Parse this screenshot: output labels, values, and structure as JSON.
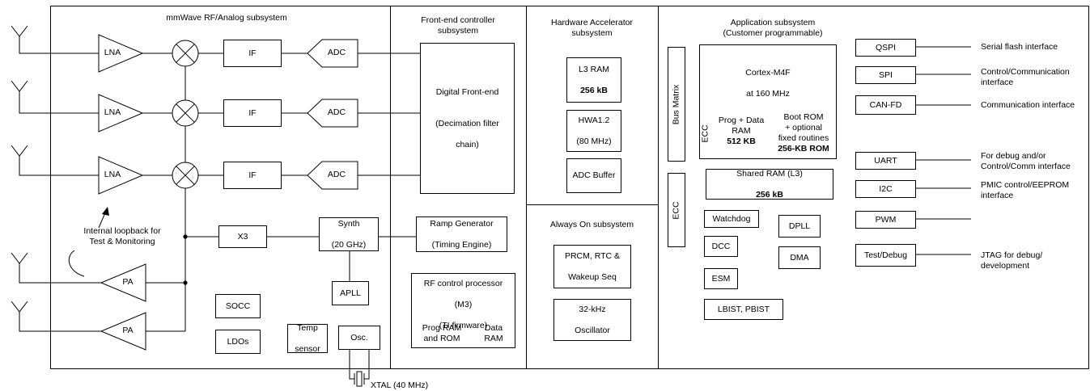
{
  "subsystems": {
    "rf": "mmWave RF/Analog subsystem",
    "fec": [
      "Front-end controller",
      "subsystem"
    ],
    "hwa": [
      "Hardware Accelerator",
      "subsystem"
    ],
    "aon": "Always On subsystem",
    "app": [
      "Application subsystem",
      "(Customer programmable)"
    ]
  },
  "rf": {
    "lna": "LNA",
    "if": "IF",
    "adc": "ADC",
    "pa": "PA",
    "x3": "X3",
    "synth": [
      "Synth",
      "(20 GHz)"
    ],
    "apll": "APLL",
    "socc": "SOCC",
    "ldos": "LDOs",
    "temp": [
      "Temp",
      "sensor"
    ],
    "osc": "Osc.",
    "loopback": [
      "Internal loopback for",
      "Test & Monitoring"
    ],
    "xtal": "XTAL (40 MHz)"
  },
  "fec": {
    "dfe": [
      "Digital Front-end",
      "(Decimation filter",
      "chain)"
    ],
    "ramp": [
      "Ramp Generator",
      "(Timing Engine)"
    ],
    "rfcp": [
      "RF control processor",
      "(M3)",
      "(TI firmware)"
    ],
    "program": [
      "Prog RAM",
      "and ROM"
    ],
    "dataram": [
      "Data",
      "RAM"
    ]
  },
  "hwa": {
    "l3": "L3 RAM",
    "l3size": "256 kB",
    "hwa12": [
      "HWA1.2",
      "(80 MHz)"
    ],
    "adcbuf": "ADC Buffer"
  },
  "aon": {
    "prcm": [
      "PRCM, RTC &",
      "Wakeup Seq"
    ],
    "osc32": [
      "32-kHz",
      "Oscillator"
    ]
  },
  "app": {
    "busmatrix": "Bus Matrix",
    "ecc": "ECC",
    "cortex": [
      "Cortex-M4F",
      "at 160 MHz"
    ],
    "progdata": [
      "Prog + Data",
      "RAM"
    ],
    "progdatasize": "512 KB",
    "bootrom": [
      "Boot ROM",
      "+ optional",
      "fixed routines"
    ],
    "bootromsize": "256-KB ROM",
    "sharedram": "Shared RAM (L3)",
    "sharedsize": "256 kB",
    "watchdog": "Watchdog",
    "dpll": "DPLL",
    "dcc": "DCC",
    "dma": "DMA",
    "esm": "ESM",
    "lbist": "LBIST, PBIST"
  },
  "periph": {
    "qspi": "QSPI",
    "spi": "SPI",
    "canfd": "CAN-FD",
    "uart": "UART",
    "i2c": "I2C",
    "pwm": "PWM",
    "testdebug": "Test/Debug"
  },
  "external": {
    "qspi": "Serial flash interface",
    "spi": [
      "Control/Communication",
      "interface"
    ],
    "canfd": "Communication interface",
    "uart": [
      "For debug and/or",
      "Control/Comm interface"
    ],
    "i2c": [
      "PMIC control/EEPROM",
      "interface"
    ],
    "testdebug": [
      "JTAG for debug/",
      "development"
    ]
  }
}
